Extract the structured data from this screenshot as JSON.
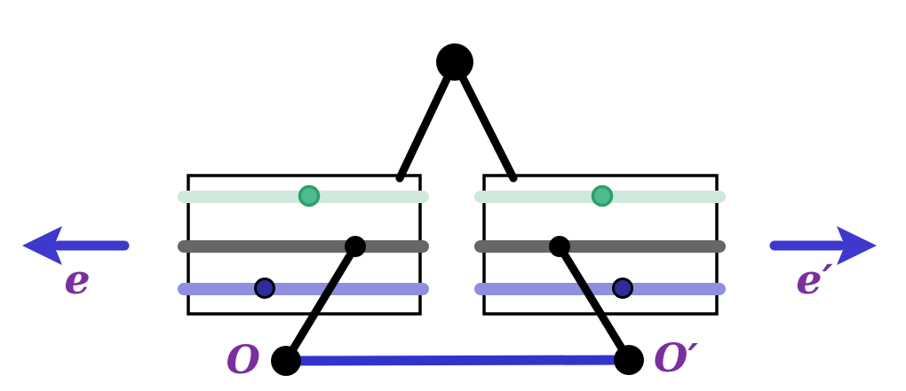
{
  "labels": {
    "base_left": "O",
    "base_right": "O′",
    "ray_left": "e",
    "ray_right": "e′"
  },
  "colors": {
    "black": "#000000",
    "box_stroke": "#000000",
    "mint_strip": "#cfe9dc",
    "green_dot_fill": "#4dbc8c",
    "green_dot_stroke": "#2f9e6b",
    "gray_strip": "#666666",
    "periwinkle_strip": "#8f8fe0",
    "navy_dot_fill": "#2c2c9c",
    "navy_dot_stroke": "#000000",
    "base_line_blue": "#3333cb",
    "arrow_blue": "#3e38cd",
    "label_purple": "#7a2f9f",
    "background": "#ffffff"
  }
}
